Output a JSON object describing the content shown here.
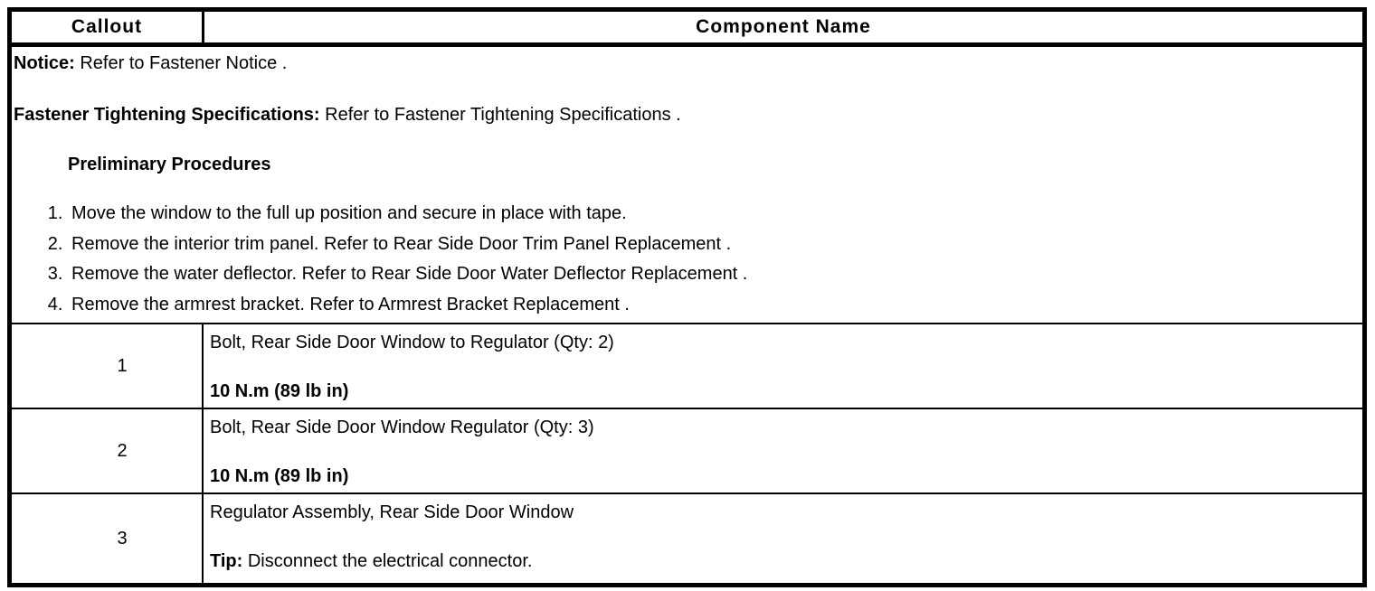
{
  "header": {
    "callout": "Callout",
    "component_name": "Component Name"
  },
  "intro": {
    "notice_label": "Notice:",
    "notice_text": " Refer to Fastener Notice .",
    "fastener_label": "Fastener Tightening Specifications:",
    "fastener_text": " Refer to Fastener Tightening Specifications .",
    "preliminary_title": "Preliminary Procedures",
    "steps": [
      "Move the window to the full up position and secure in place with tape.",
      "Remove the interior trim panel. Refer to Rear Side Door Trim Panel Replacement .",
      "Remove the water deflector. Refer to Rear Side Door Water Deflector Replacement .",
      "Remove the armrest bracket. Refer to Armrest Bracket Replacement ."
    ]
  },
  "rows": [
    {
      "callout": "1",
      "name": "Bolt, Rear Side Door Window to Regulator (Qty: 2)",
      "detail_bold": "10 N.m (89 lb in)",
      "detail_text": ""
    },
    {
      "callout": "2",
      "name": "Bolt, Rear Side Door Window Regulator (Qty: 3)",
      "detail_bold": "10 N.m (89 lb in)",
      "detail_text": ""
    },
    {
      "callout": "3",
      "name": "Regulator Assembly, Rear Side Door Window",
      "detail_bold": "Tip:",
      "detail_text": " Disconnect the electrical connector."
    }
  ],
  "colors": {
    "border": "#000000",
    "text": "#000000",
    "background": "#ffffff"
  }
}
